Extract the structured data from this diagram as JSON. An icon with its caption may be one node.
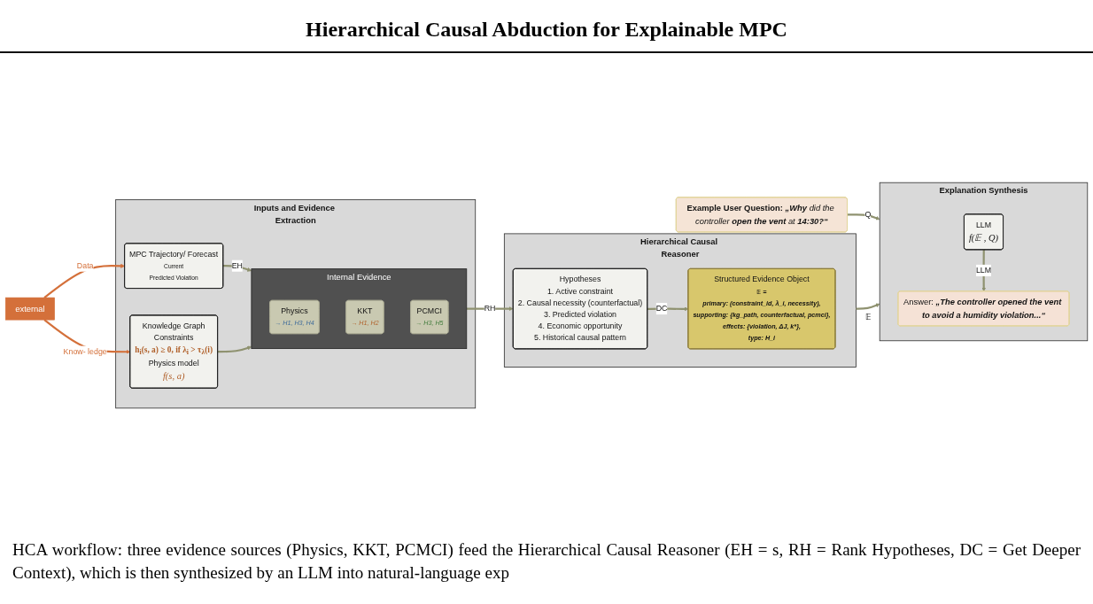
{
  "diagram": {
    "title": "Hierarchical Causal Abduction for Explainable MPC",
    "caption": "HCA workflow: three evidence sources (Physics, KKT, PCMCI) feed the Hierarchical Causal Reasoner (EH = s, RH = Rank Hypotheses, DC = Get Deeper Context), which is then synthesized by an LLM into natural-language exp",
    "nodes": [
      {
        "text": [
          "**Example User Question:** **„Why** *did the controller* **open the vent** *at* **14:30?“**"
        ]
      },
      {
        "text": [
          "external"
        ]
      },
      {
        "text": [
          "Inputs and Evidence Extraction"
        ]
      },
      {
        "text": [
          "MPC Trajectory/ Forecast",
          "Current",
          "Predicted Violation"
        ],
        "in": 2
      },
      {
        "text": [
          "Internal Evidence"
        ],
        "in": 2
      },
      {
        "text": [
          "Physics",
          "→ H1, H3, H4"
        ],
        "in": 4
      },
      {
        "text": [
          "KKT",
          "→ H1, H2"
        ],
        "in": 4
      },
      {
        "text": [
          "PCMCI",
          "→ H3, H5"
        ],
        "in": 4
      },
      {
        "text": [
          "Knowledge Graph",
          "Constraints",
          "h$_{i}$(s, a) ≥ 0, if λ$_{i}$ > τ$_{λ}$(i)",
          "Physics model",
          "f(s, a)"
        ],
        "in": 2
      },
      {
        "text": [
          "Hierarchical Causal Reasoner"
        ]
      },
      {
        "text": [
          "Hypotheses",
          "1. Active constraint",
          "2. Causal necessity (counterfactual)",
          "3. Predicted violation",
          "4. Economic opportunity",
          "5. Historical causal pattern"
        ],
        "in": 9
      },
      {
        "text": [
          "Structured Evidence Object",
          "𝔼 =",
          "primary: (constraint_id, λ_i, necessity),",
          "supporting: {kg_path, counterfactual, pcmci},",
          "effects: {violation, ΔJ, k*},",
          "type: H_i"
        ],
        "in": 9
      },
      {
        "text": [
          "Explanation Synthesis"
        ]
      },
      {
        "text": [
          "LLM",
          "f(𝔼 , Q)"
        ],
        "in": 12
      },
      {
        "text": [
          "Answer: **„The controller opened the vent to avoid a humidity violation...“**"
        ],
        "in": 12
      }
    ],
    "edges": [
      {
        "from": 0,
        "to": 12,
        "arrow": "to",
        "label": "Q"
      },
      {
        "from": 1,
        "to": 3,
        "arrow": "to",
        "label": "Data",
        "color": "#d4703a"
      },
      {
        "from": 1,
        "to": 8,
        "arrow": "to",
        "label": "Know- ledge",
        "color": "#d4703a"
      },
      {
        "from": 3,
        "to": 4,
        "arrow": "to",
        "label": "EH"
      },
      {
        "from": 8,
        "to": 4,
        "arrow": "to"
      },
      {
        "from": 4,
        "to": 10,
        "arrow": "to",
        "label": "RH"
      },
      {
        "from": 10,
        "to": 11,
        "arrow": "to",
        "label": "DC"
      },
      {
        "from": 9,
        "to": 12,
        "arrow": "to",
        "label": "𝔼"
      },
      {
        "from": 13,
        "to": 14,
        "arrow": "to",
        "label": "LLM"
      }
    ]
  }
}
